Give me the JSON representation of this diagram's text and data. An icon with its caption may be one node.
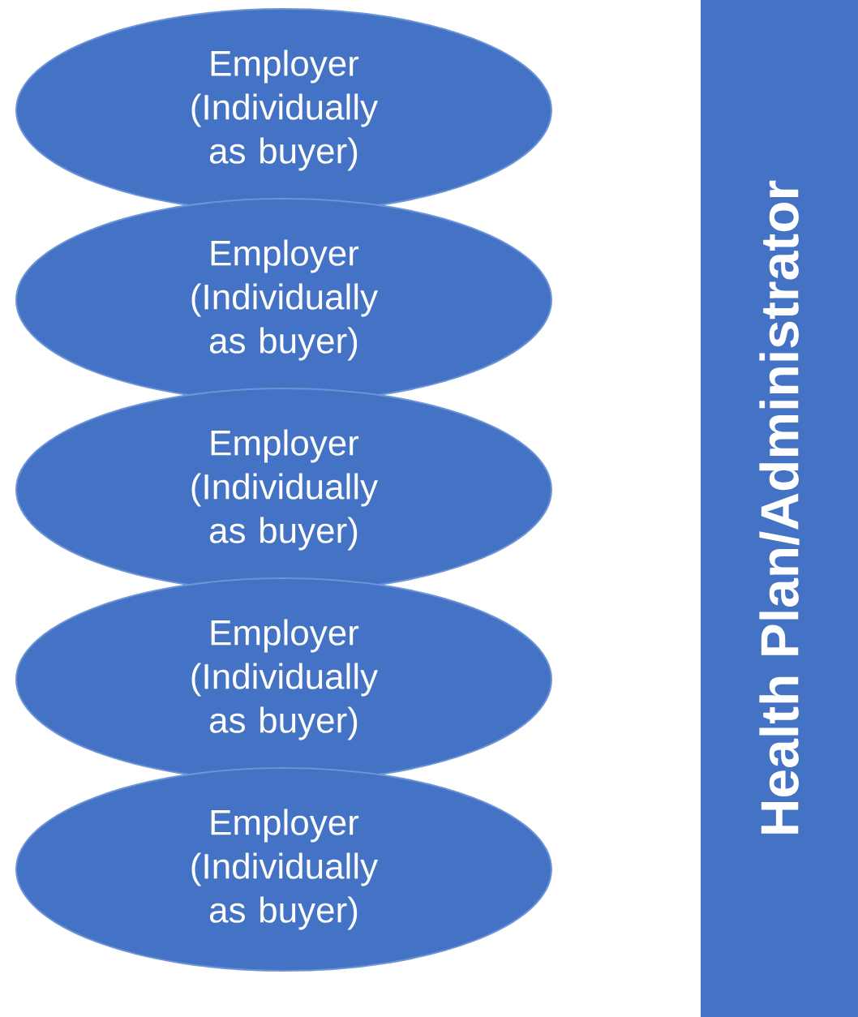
{
  "diagram": {
    "nodes": [
      {
        "text": [
          "Employer (Individually as buyer)"
        ]
      },
      {
        "text": [
          "Employer (Individually as buyer)"
        ]
      },
      {
        "text": [
          "Employer (Individually as buyer)"
        ]
      },
      {
        "text": [
          "Employer (Individually as buyer)"
        ]
      },
      {
        "text": [
          "Employer (Individually as buyer)"
        ]
      },
      {
        "text": [
          "Health Plan/Administrator"
        ]
      }
    ]
  }
}
